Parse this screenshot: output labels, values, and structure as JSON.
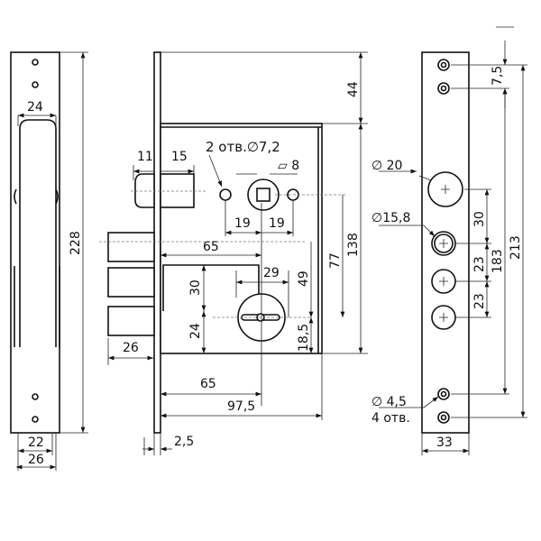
{
  "left_view": {
    "dim_width_top": "24",
    "dim_height": "228",
    "dim_bottom_inner": "22",
    "dim_bottom_outer": "26"
  },
  "front_view": {
    "dim_latch": "11",
    "dim_latch_block": "15",
    "holes_note": "2 отв.∅7,2",
    "square_note": "⏥ 8",
    "dim_hole_left": "19",
    "dim_hole_right": "19",
    "dim_backset_top": "65",
    "dim_key": "29",
    "dim_cut_height": "30",
    "dim_key_height": "24",
    "dim_bolt_throw": "26",
    "dim_49": "49",
    "dim_18_5": "18,5",
    "dim_77": "77",
    "dim_138": "138",
    "dim_44": "44",
    "dim_backset_bottom": "65",
    "dim_depth": "97,5",
    "dim_faceplate": "2,5"
  },
  "right_view": {
    "dia_large": "∅ 20",
    "dia_small": "∅15,8",
    "dim_30": "30",
    "dim_23a": "23",
    "dim_23b": "23",
    "dim_183": "183",
    "dim_213": "213",
    "dim_7_5": "7,5",
    "dia_mount": "∅ 4,5",
    "mount_count": "4 отв.",
    "dim_width": "33"
  }
}
